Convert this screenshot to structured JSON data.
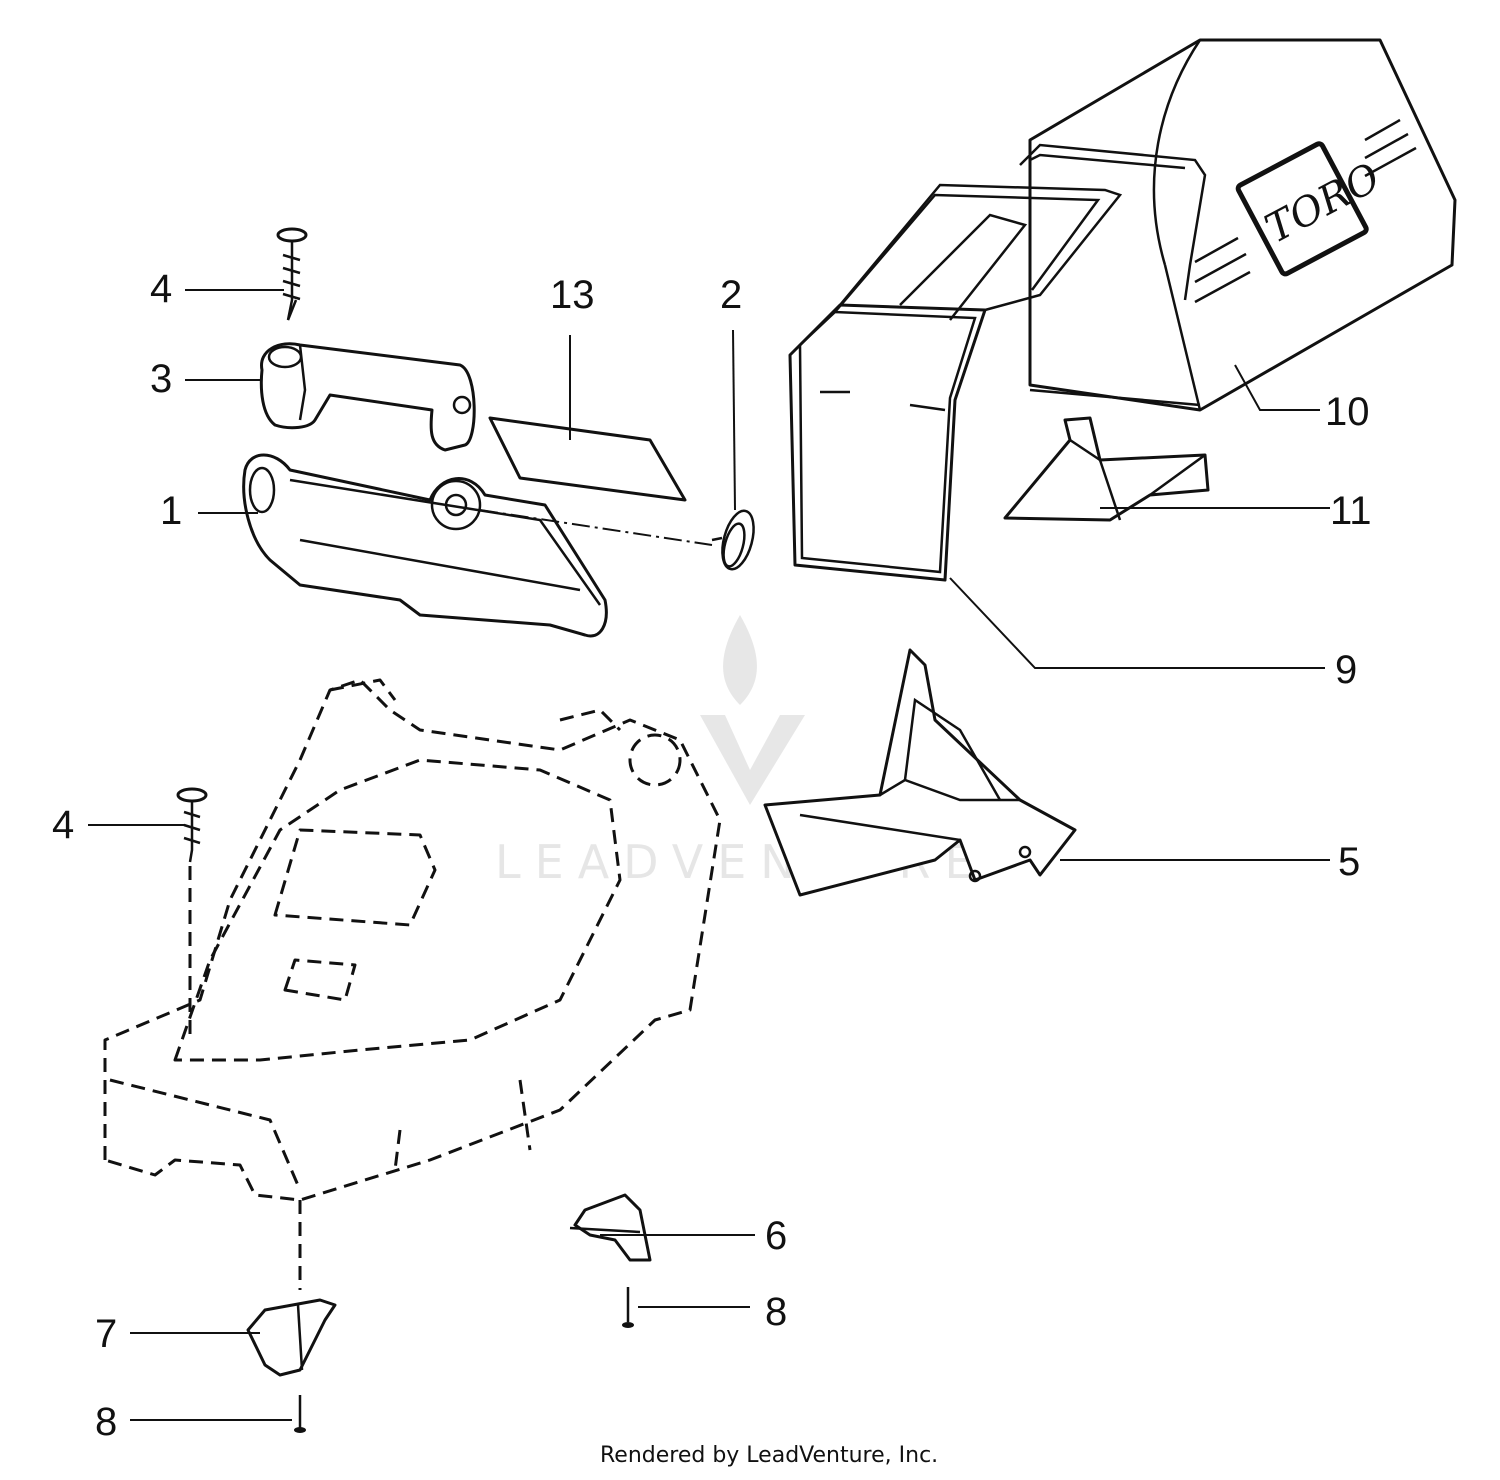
{
  "callouts": {
    "c1": "1",
    "c2": "2",
    "c3": "3",
    "c4a": "4",
    "c4b": "4",
    "c5": "5",
    "c6": "6",
    "c7": "7",
    "c8a": "8",
    "c8b": "8",
    "c9": "9",
    "c10": "10",
    "c11": "11",
    "c13": "13"
  },
  "brand_label": "TORO",
  "watermark": "LEADVENTURE",
  "footer": "Rendered by LeadVenture, Inc.",
  "colors": {
    "line": "#111111",
    "background": "#ffffff",
    "watermark": "#c8c8c8"
  }
}
